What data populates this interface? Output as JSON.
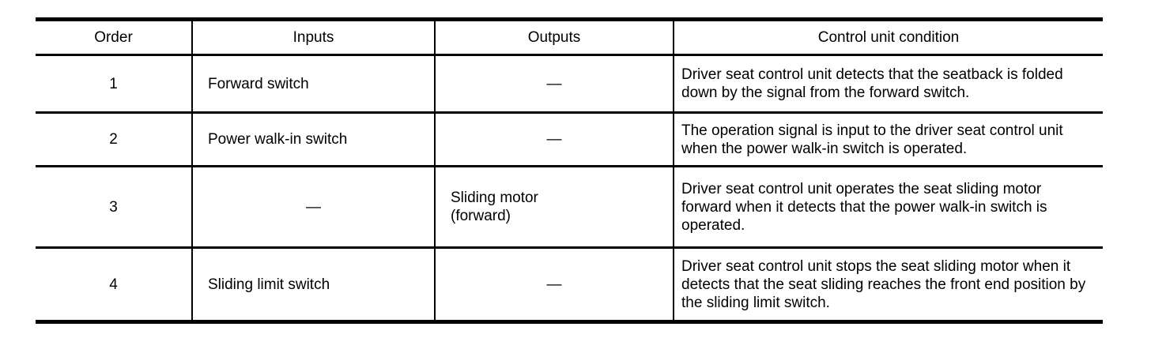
{
  "table": {
    "headers": [
      "Order",
      "Inputs",
      "Outputs",
      "Control unit condition"
    ],
    "dash": "—",
    "rows": [
      {
        "order": "1",
        "inputs": "Forward switch",
        "outputs": "—",
        "condition": "Driver seat control unit detects that the seatback is folded down by the signal from the forward switch."
      },
      {
        "order": "2",
        "inputs": "Power walk-in switch",
        "outputs": "—",
        "condition": "The operation signal is input to the driver seat control unit when the power walk-in switch is operated."
      },
      {
        "order": "3",
        "inputs": "—",
        "outputs": "Sliding motor\n(forward)",
        "condition": "Driver seat control unit operates the seat sliding motor forward when it detects that the power walk-in switch is operated."
      },
      {
        "order": "4",
        "inputs": "Sliding limit switch",
        "outputs": "—",
        "condition": "Driver seat control unit stops the seat sliding motor when it detects that the seat sliding reaches the front end position by the sliding limit switch."
      }
    ]
  }
}
